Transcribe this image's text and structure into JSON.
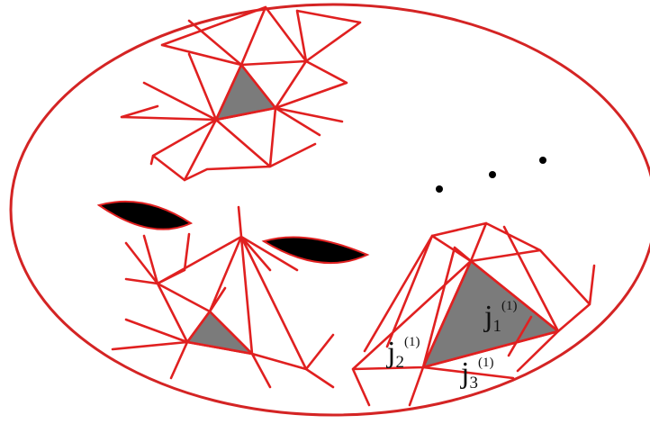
{
  "diagram": {
    "labels": {
      "j1": {
        "base": "j",
        "sub": "1",
        "sup": "(1)"
      },
      "j2": {
        "base": "j",
        "sub": "2",
        "sup": "(1)"
      },
      "j3": {
        "base": "j",
        "sub": "3",
        "sup": "(1)"
      }
    },
    "colors": {
      "edge": "#e02020",
      "boundary": "#d42424",
      "shaded_cell": "#7b7b7b",
      "inclusion": "#000000",
      "background": "#ffffff"
    }
  }
}
